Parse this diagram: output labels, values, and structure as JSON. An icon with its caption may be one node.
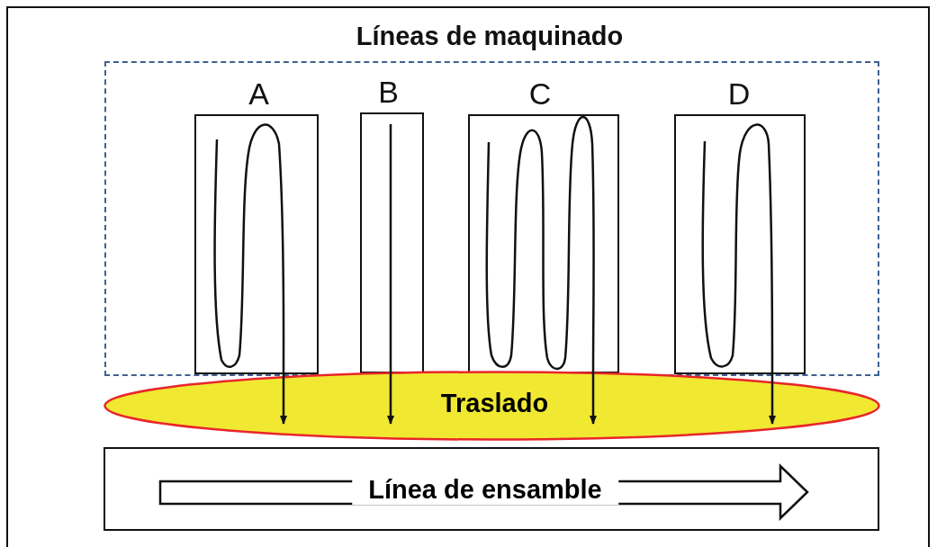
{
  "diagram": {
    "nodes": [
      {
        "text": [
          "Líneas de maquinado"
        ]
      },
      {
        "text": [
          "A"
        ],
        "in": 0
      },
      {
        "text": [
          "B"
        ],
        "in": 0
      },
      {
        "text": [
          "C"
        ],
        "in": 0
      },
      {
        "text": [
          "D"
        ],
        "in": 0
      },
      {
        "text": [
          "Traslado"
        ]
      },
      {
        "text": [
          "Línea de ensamble"
        ]
      }
    ],
    "edges": [
      {
        "from": 1,
        "to": 5,
        "arrow": "to"
      },
      {
        "from": 2,
        "to": 5,
        "arrow": "to"
      },
      {
        "from": 3,
        "to": 5,
        "arrow": "to"
      },
      {
        "from": 4,
        "to": 5,
        "arrow": "to"
      }
    ]
  }
}
